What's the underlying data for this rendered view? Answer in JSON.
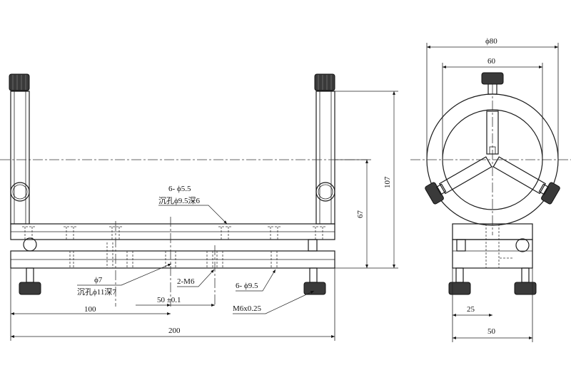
{
  "labels": {
    "hole_a_line1": "6- ϕ5.5",
    "hole_a_line2": "沉孔ϕ9.5深6",
    "hole_b_line1": "ϕ7",
    "hole_b_line2": "沉孔ϕ11深7",
    "thread": "2-M6",
    "hole_c": "6- ϕ9.5",
    "screw": "M6x0.25"
  },
  "dimensions": {
    "total_width": "200",
    "left_offset": "100",
    "spacing": "50 ±0.1",
    "height_107": "107",
    "height_67": "67",
    "ring_outer": "ϕ80",
    "ring_inner": "60",
    "side_25": "25",
    "side_50": "50"
  },
  "colors": {
    "line": "#1a1a1a",
    "knob": "#3a3a3a"
  }
}
